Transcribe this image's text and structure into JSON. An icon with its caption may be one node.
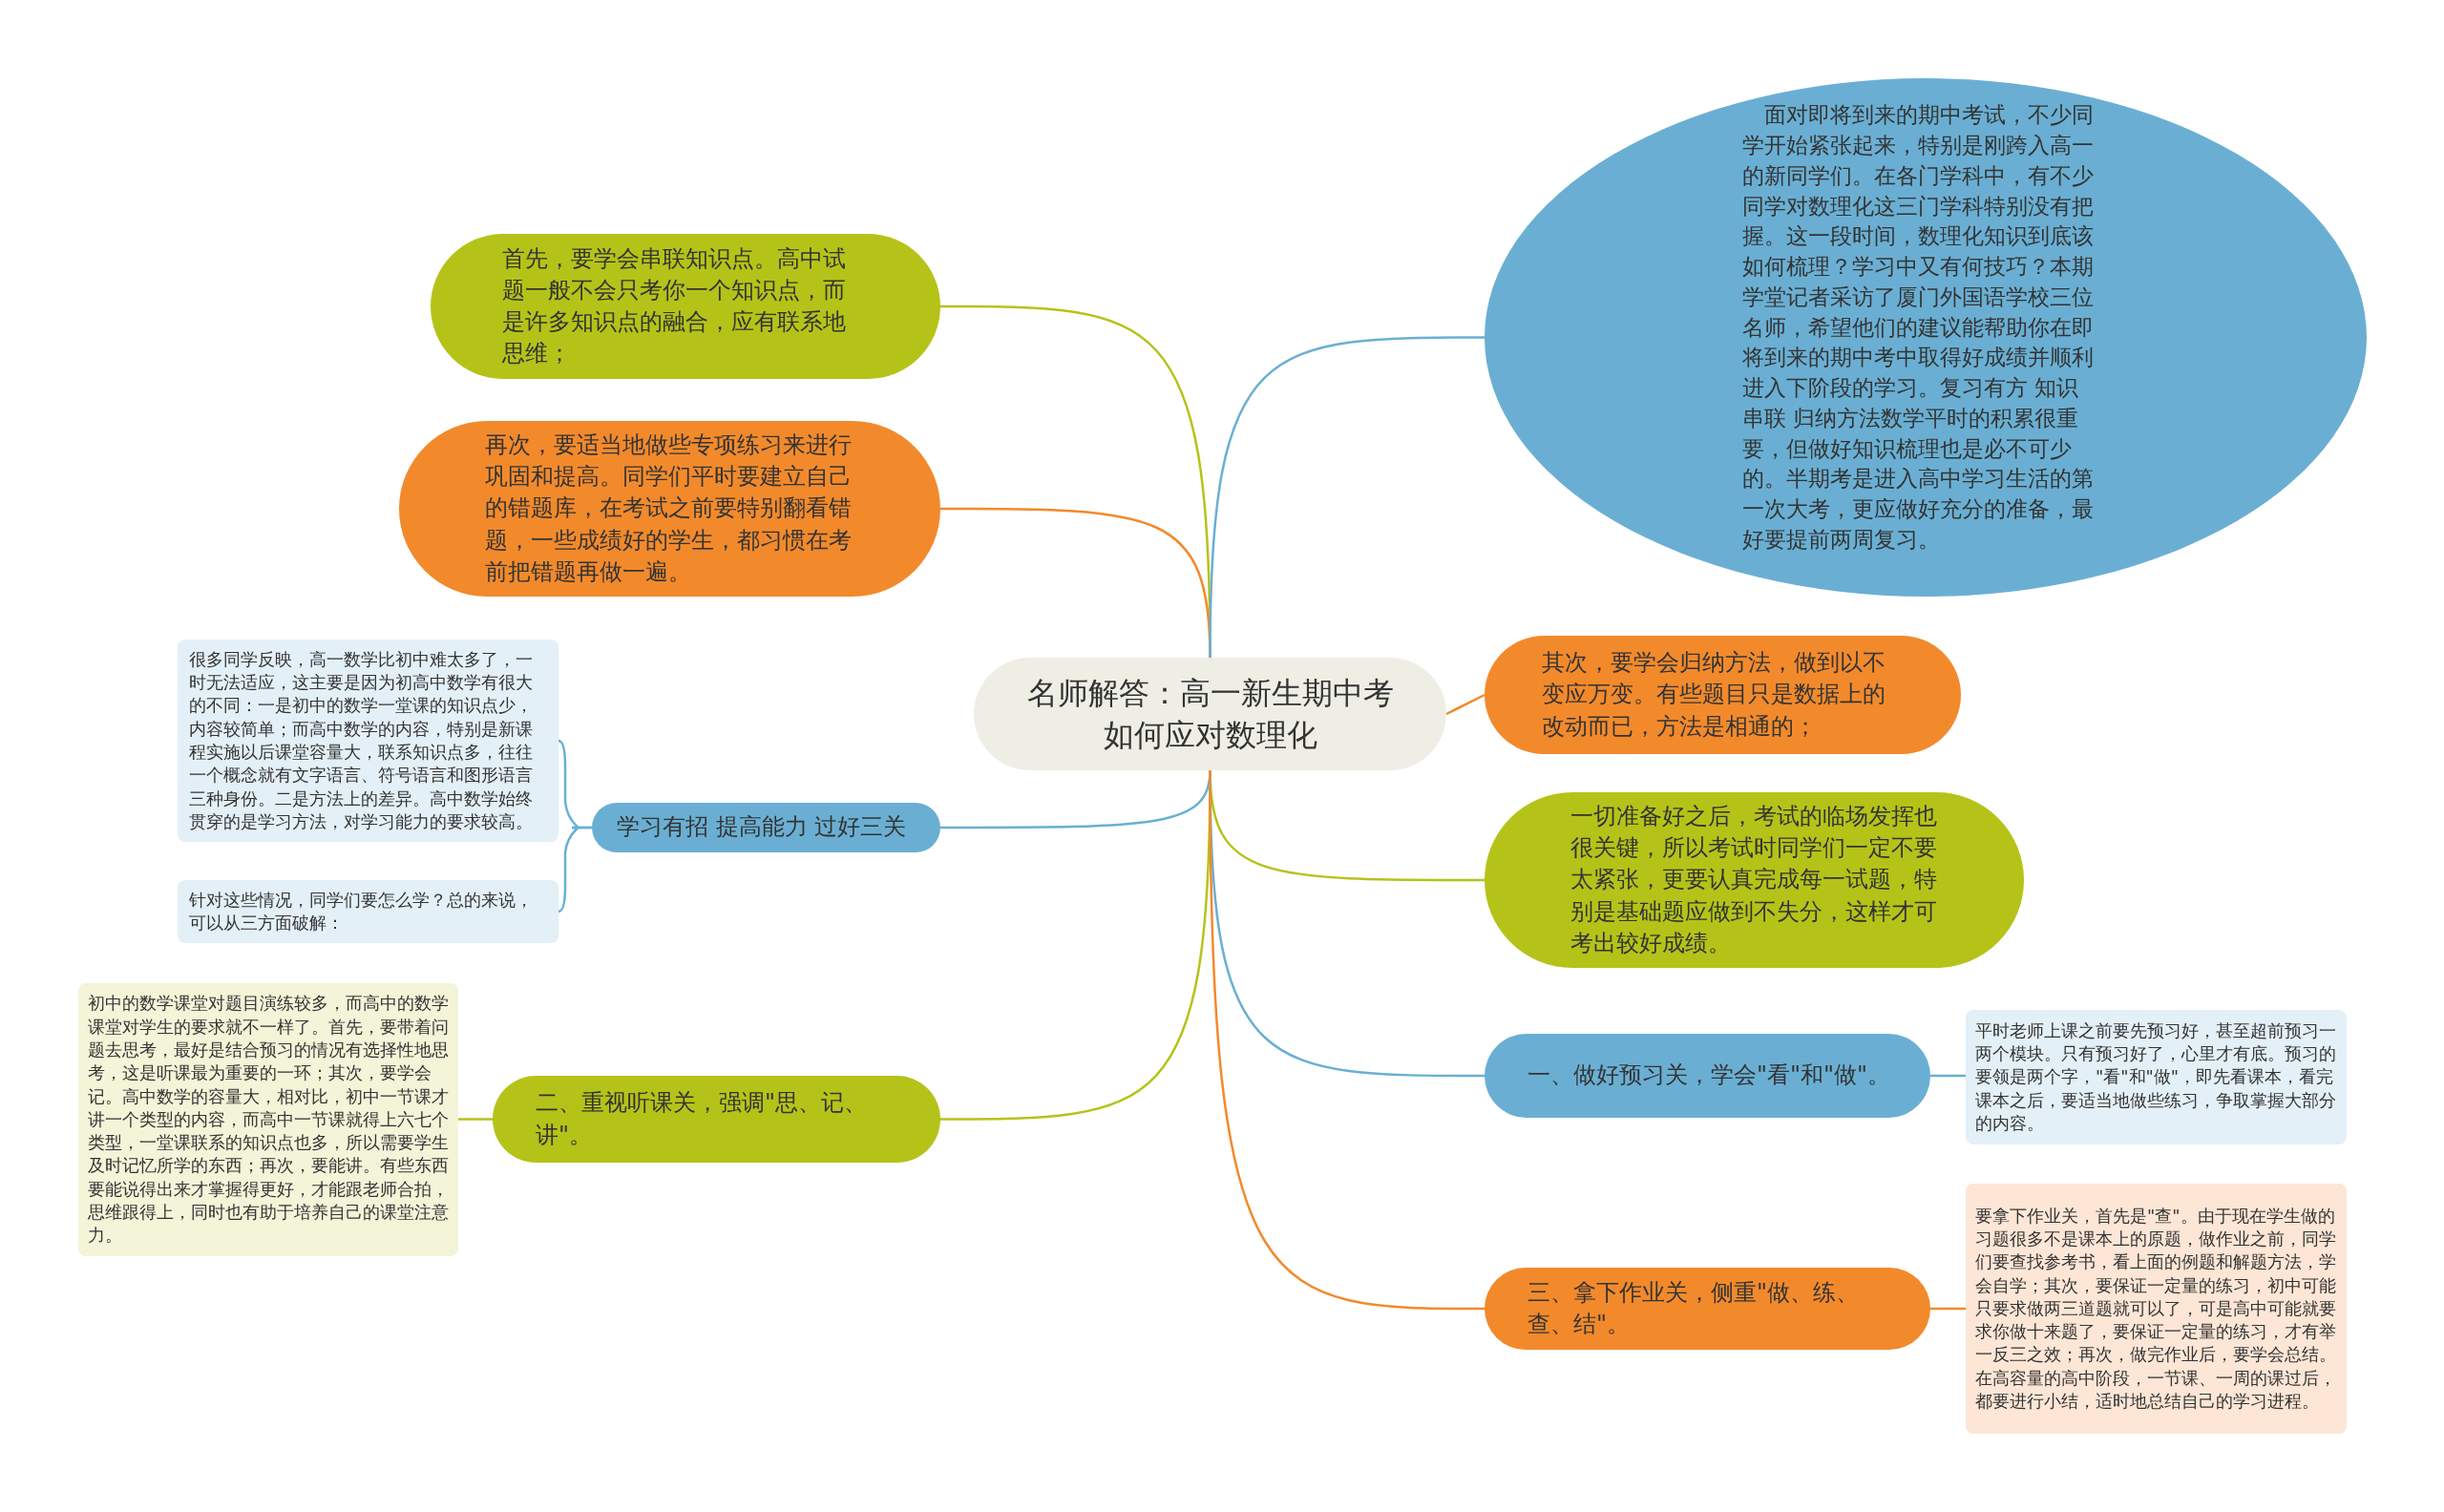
{
  "diagram": {
    "nodes": [
      {
        "text": [
          "名师解答：高一新生期中考如何应对数理化"
        ]
      },
      {
        "text": [
          "首先，要学会串联知识点。高中试题一般不会只考你一个知识点，而是许多知识点的融合，应有联系地思维；"
        ]
      },
      {
        "text": [
          "再次，要适当地做些专项练习来进行巩固和提高。同学们平时要建立自己的错题库，在考试之前要特别翻看错题，一些成绩好的学生，都习惯在考前把错题再做一遍。"
        ]
      },
      {
        "text": [
          "学习有招 提高能力 过好三关"
        ]
      },
      {
        "text": [
          "很多同学反映，高一数学比初中难太多了，一时无法适应，这主要是因为初高中数学有很大的不同：一是初中的数学一堂课的知识点少，内容较简单；而高中数学的内容，特别是新课程实施以后课堂容量大，联系知识点多，往往一个概念就有文字语言、符号语言和图形语言三种身份。二是方法上的差异。高中数学始终贯穿的是学习方法，对学习能力的要求较高。"
        ]
      },
      {
        "text": [
          "针对这些情况，同学们要怎么学？总的来说，可以从三方面破解："
        ]
      },
      {
        "text": [
          "二、重视听课关，强调\"思、记、讲\"。"
        ]
      },
      {
        "text": [
          "初中的数学课堂对题目演练较多，而高中的数学课堂对学生的要求就不一样了。首先，要带着问题去思考，最好是结合预习的情况有选择性地思考，这是听课最为重要的一环；其次，要学会记。高中数学的容量大，相对比，初中一节课才讲一个类型的内容，而高中一节课就得上六七个类型，一堂课联系的知识点也多，所以需要学生及时记忆所学的东西；再次，要能讲。有些东西要能说得出来才掌握得更好，才能跟老师合拍，思维跟得上，同时也有助于培养自己的课堂注意力。"
        ]
      },
      {
        "text": [
          "面对即将到来的期中考试，不少同学开始紧张起来，特别是刚跨入高一的新同学们。在各门学科中，有不少同学对数理化这三门学科特别没有把握。这一段时间，数理化知识到底该如何梳理？学习中又有何技巧？本期学堂记者采访了厦门外国语学校三位名师，希望他们的建议能帮助你在即将到来的期中考中取得好成绩并顺利进入下阶段的学习。复习有方 知识串联 归纳方法数学平时的积累很重要，但做好知识梳理也是必不可少的。半期考是进入高中学习生活的第一次大考，更应做好充分的准备，最好要提前两周复习。"
        ]
      },
      {
        "text": [
          "其次，要学会归纳方法，做到以不变应万变。有些题目只是数据上的改动而已，方法是相通的；"
        ]
      },
      {
        "text": [
          "一切准备好之后，考试的临场发挥也很关键，所以考试时同学们一定不要太紧张，更要认真完成每一试题，特别是基础题应做到不失分，这样才可考出较好成绩。"
        ]
      },
      {
        "text": [
          "一、做好预习关，学会\"看\"和\"做\"。"
        ]
      },
      {
        "text": [
          "平时老师上课之前要先预习好，甚至超前预习一两个模块。只有预习好了，心里才有底。预习的要领是两个字，\"看\"和\"做\"，即先看课本，看完课本之后，要适当地做些练习，争取掌握大部分的内容。"
        ]
      },
      {
        "text": [
          "三、拿下作业关，侧重\"做、练、查、结\"。"
        ]
      },
      {
        "text": [
          "要拿下作业关，首先是\"查\"。由于现在学生做的习题很多不是课本上的原题，做作业之前，同学们要查找参考书，看上面的例题和解题方法，学会自学；其次，要保证一定量的练习，初中可能只要求做两三道题就可以了，可是高中可能就要求你做十来题了，要保证一定量的练习，才有举一反三之效；再次，做完作业后，要学会总结。在高容量的高中阶段，一节课、一周的课过后，都要进行小结，适时地总结自己的学习进程。"
        ]
      }
    ],
    "edges": [
      {
        "from": 0,
        "to": 1,
        "arrow": "none",
        "color": "#b5c318"
      },
      {
        "from": 0,
        "to": 2,
        "arrow": "none",
        "color": "#f28a2c"
      },
      {
        "from": 0,
        "to": 3,
        "arrow": "none"
      },
      {
        "from": 3,
        "to": 4,
        "arrow": "none"
      },
      {
        "from": 3,
        "to": 5,
        "arrow": "none"
      },
      {
        "from": 0,
        "to": 6,
        "arrow": "none",
        "color": "#b5c318"
      },
      {
        "from": 6,
        "to": 7,
        "arrow": "none",
        "color": "#b5c318"
      },
      {
        "from": 0,
        "to": 8,
        "arrow": "none"
      },
      {
        "from": 0,
        "to": 9,
        "arrow": "none",
        "color": "#f28a2c"
      },
      {
        "from": 0,
        "to": 10,
        "arrow": "none",
        "color": "#b5c318"
      },
      {
        "from": 0,
        "to": 11,
        "arrow": "none"
      },
      {
        "from": 11,
        "to": 12,
        "arrow": "none"
      },
      {
        "from": 0,
        "to": 13,
        "arrow": "none",
        "color": "#f28a2c"
      },
      {
        "from": 13,
        "to": 14,
        "arrow": "none",
        "color": "#f28a2c"
      }
    ]
  }
}
